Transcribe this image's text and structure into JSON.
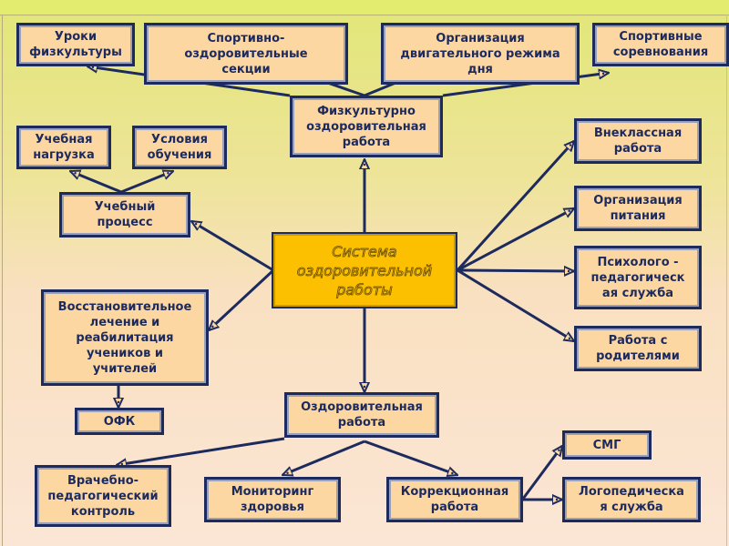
{
  "diagram": {
    "center": "Система\nоздоровительной\nработы",
    "nodes": {
      "uroki": "Уроки\nфизкультуры",
      "sekcii": "Спортивно-\nоздоровительные\nсекции",
      "dvig": "Организация\nдвигательного режима\nдня",
      "sorevn": "Спортивные\nсоревнования",
      "fizkult": "Физкультурно\nоздоровительная\nработа",
      "nagruzka": "Учебная\nнагрузка",
      "usloviya": "Условия\nобучения",
      "process": "Учебный\nпроцесс",
      "vosstan": "Восстановительное\nлечение и\nреабилитация\nучеников и\nучителей",
      "ofk": "ОФК",
      "vneklass": "Внеклассная\nработа",
      "pitanie": "Организация\nпитания",
      "psych": "Психолого -\nпедагогическ\nая служба",
      "roditeli": "Работа с\nродителями",
      "ozdorov": "Оздоровительная\nработа",
      "vrach": "Врачебно-\nпедагогический\nконтроль",
      "monitoring": "Мониторинг\nздоровья",
      "korrekc": "Коррекционная\nработа",
      "smg": "СМГ",
      "logoped": "Логопедическа\nя служба"
    },
    "edges": [
      [
        "center",
        "fizkult"
      ],
      [
        "center",
        "process"
      ],
      [
        "center",
        "vosstan"
      ],
      [
        "center",
        "vneklass"
      ],
      [
        "center",
        "pitanie"
      ],
      [
        "center",
        "psych"
      ],
      [
        "center",
        "roditeli"
      ],
      [
        "center",
        "ozdorov"
      ],
      [
        "fizkult",
        "uroki"
      ],
      [
        "fizkult",
        "sekcii"
      ],
      [
        "fizkult",
        "dvig"
      ],
      [
        "fizkult",
        "sorevn"
      ],
      [
        "process",
        "nagruzka"
      ],
      [
        "process",
        "usloviya"
      ],
      [
        "vosstan",
        "ofk"
      ],
      [
        "ozdorov",
        "vrach"
      ],
      [
        "ozdorov",
        "monitoring"
      ],
      [
        "ozdorov",
        "korrekc"
      ],
      [
        "korrekc",
        "smg"
      ],
      [
        "korrekc",
        "logoped"
      ]
    ],
    "colors": {
      "box_fill": "#fcd7a2",
      "center_fill": "#fcc000",
      "line": "#1c2a5e"
    }
  }
}
